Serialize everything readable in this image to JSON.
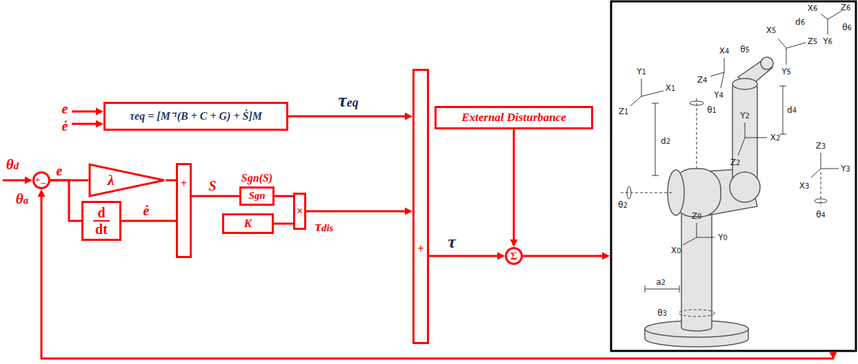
{
  "diagram": {
    "nodes": [
      {
        "text": [
          "τeq = [M⁻¹(B + C + G) + Ṡ]M"
        ]
      },
      {
        "text": [
          "External Disturbance"
        ]
      },
      {
        "text": [
          "+",
          "−"
        ]
      },
      {
        "text": [
          "λ"
        ]
      },
      {
        "text": [
          "d dt"
        ]
      },
      {
        "text": [
          "+"
        ]
      },
      {
        "text": [
          "Sgn(S)",
          "Sgn"
        ]
      },
      {
        "text": [
          "K"
        ]
      },
      {
        "text": [
          "×"
        ]
      },
      {
        "text": [
          "+"
        ]
      },
      {
        "text": [
          "Σ"
        ]
      }
    ],
    "edges": [
      {
        "from": 2,
        "to": 3,
        "arrow": "none",
        "label": "e"
      },
      {
        "from": 2,
        "to": 4,
        "arrow": "none"
      },
      {
        "from": 3,
        "to": 5,
        "arrow": "none"
      },
      {
        "from": 4,
        "to": 5,
        "arrow": "none",
        "label": "ė"
      },
      {
        "from": 5,
        "to": 6,
        "arrow": "none",
        "label": "S"
      },
      {
        "from": 6,
        "to": 8,
        "arrow": "none"
      },
      {
        "from": 7,
        "to": 8,
        "arrow": "none"
      },
      {
        "from": 8,
        "to": 9,
        "arrow": "to",
        "label": "τdis"
      },
      {
        "from": 0,
        "to": 9,
        "arrow": "to",
        "label": "τeq"
      },
      {
        "from": 9,
        "to": 10,
        "arrow": "to",
        "label": "τ"
      },
      {
        "from": 1,
        "to": 10,
        "arrow": "to"
      }
    ],
    "labels": [
      "θd",
      "θa",
      "e",
      "ė",
      "Z6",
      "X6",
      "Y6",
      "θ6",
      "d6",
      "X5",
      "Z5",
      "Y5",
      "θ5",
      "X4",
      "Z4",
      "Y4",
      "d4",
      "Y2",
      "X2",
      "Z2",
      "Z3",
      "Y3",
      "X3",
      "θ4",
      "Y1",
      "X1",
      "Z1",
      "θ1",
      "d2",
      "θ2",
      "Z0",
      "X0",
      "Y0",
      "a2",
      "θ3"
    ]
  }
}
